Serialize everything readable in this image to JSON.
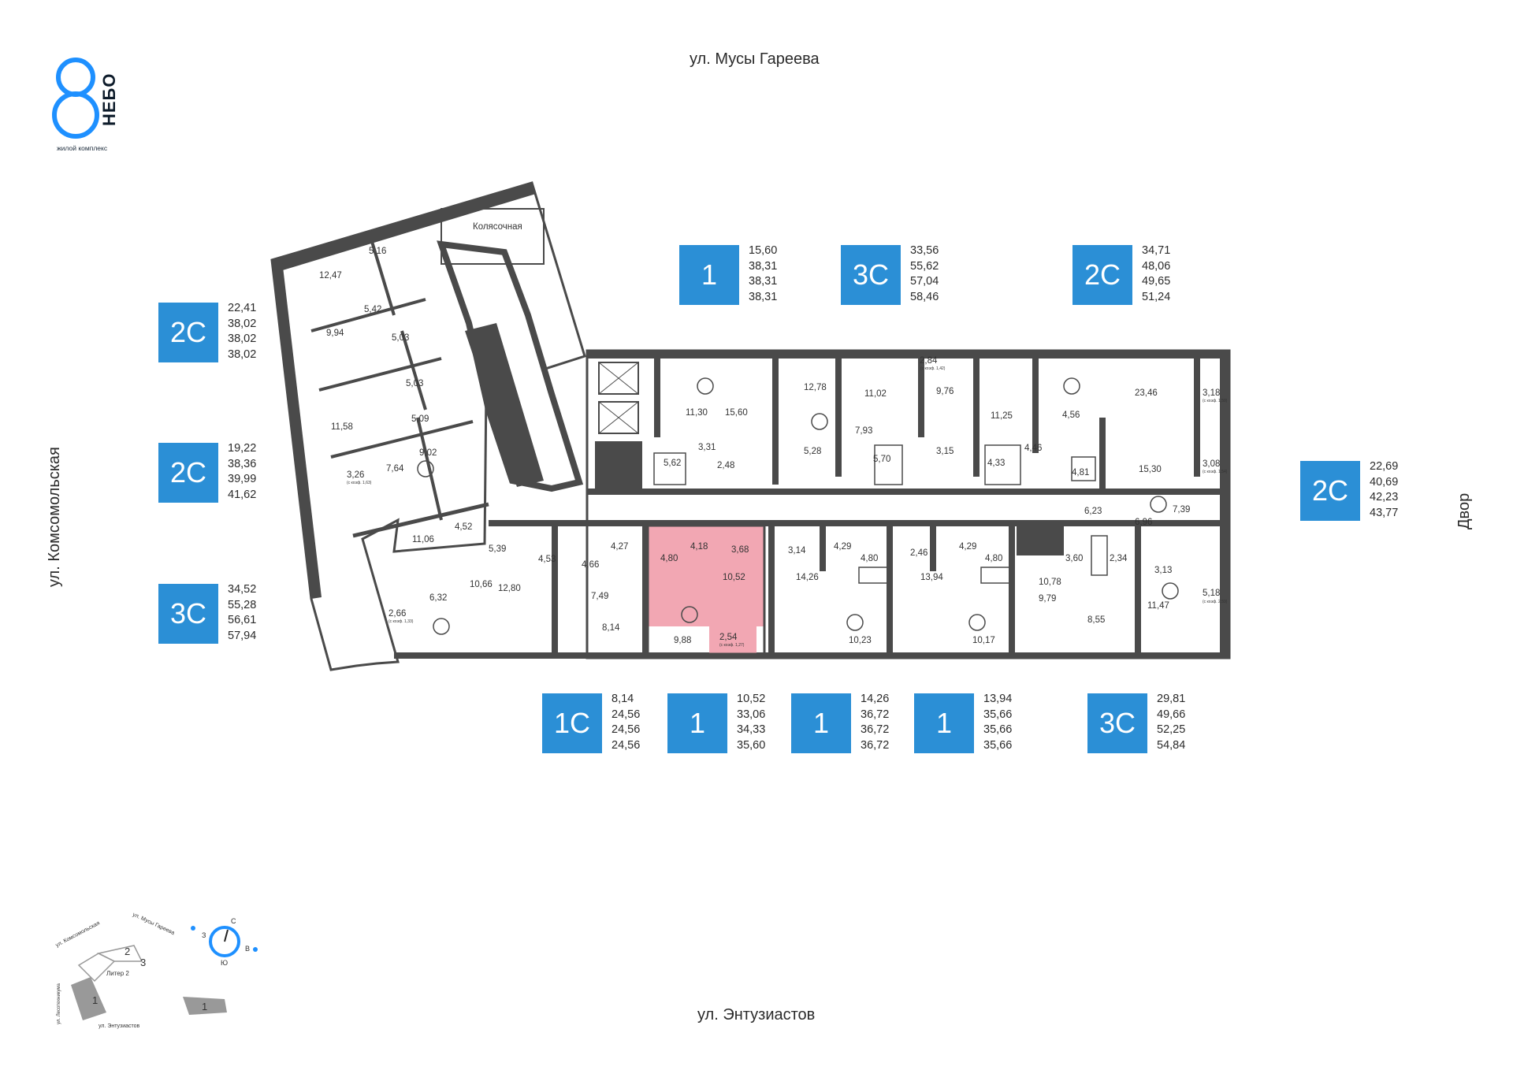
{
  "logo": {
    "numeral": "8",
    "word": "НЕБО",
    "subtitle": "жилой комплекс",
    "color": "#1e90ff"
  },
  "streets": {
    "north": "ул. Мусы Гареева",
    "south": "ул. Энтузиастов",
    "west": "ул. Комсомольская",
    "east": "Двор"
  },
  "apartments_top": [
    {
      "type": "1",
      "areas": [
        "15,60",
        "38,31",
        "38,31",
        "38,31"
      ]
    },
    {
      "type": "3С",
      "areas": [
        "33,56",
        "55,62",
        "57,04",
        "58,46"
      ]
    },
    {
      "type": "2С",
      "areas": [
        "34,71",
        "48,06",
        "49,65",
        "51,24"
      ]
    }
  ],
  "apartments_left": [
    {
      "type": "2С",
      "areas": [
        "22,41",
        "38,02",
        "38,02",
        "38,02"
      ]
    },
    {
      "type": "2С",
      "areas": [
        "19,22",
        "38,36",
        "39,99",
        "41,62"
      ]
    },
    {
      "type": "3С",
      "areas": [
        "34,52",
        "55,28",
        "56,61",
        "57,94"
      ]
    }
  ],
  "apartments_right": [
    {
      "type": "2С",
      "areas": [
        "22,69",
        "40,69",
        "42,23",
        "43,77"
      ]
    }
  ],
  "apartments_bottom": [
    {
      "type": "1С",
      "areas": [
        "8,14",
        "24,56",
        "24,56",
        "24,56"
      ]
    },
    {
      "type": "1",
      "areas": [
        "10,52",
        "33,06",
        "34,33",
        "35,60"
      ]
    },
    {
      "type": "1",
      "areas": [
        "14,26",
        "36,72",
        "36,72",
        "36,72"
      ]
    },
    {
      "type": "1",
      "areas": [
        "13,94",
        "35,66",
        "35,66",
        "35,66"
      ]
    },
    {
      "type": "3С",
      "areas": [
        "29,81",
        "49,66",
        "52,25",
        "54,84"
      ]
    }
  ],
  "plan": {
    "stroller_room": "Колясочная",
    "highlight_color": "#f2a7b3",
    "badge_color": "#2b8fd6",
    "wall_color": "#4a4a4a",
    "rooms": [
      {
        "label": "5,16"
      },
      {
        "label": "12,47"
      },
      {
        "label": "5,42"
      },
      {
        "label": "9,94"
      },
      {
        "label": "5,03"
      },
      {
        "label": "5,03"
      },
      {
        "label": "11,58"
      },
      {
        "label": "5,09"
      },
      {
        "label": "9,02"
      },
      {
        "label": "7,64"
      },
      {
        "label": "3,26"
      },
      {
        "label": "4,52"
      },
      {
        "label": "11,06"
      },
      {
        "label": "10,66"
      },
      {
        "label": "6,32"
      },
      {
        "label": "2,66"
      },
      {
        "label": "5,39"
      },
      {
        "label": "12,80"
      },
      {
        "label": "4,53"
      },
      {
        "label": "4,66"
      },
      {
        "label": "4,27"
      },
      {
        "label": "7,49"
      },
      {
        "label": "8,14"
      },
      {
        "label": "4,80"
      },
      {
        "label": "4,18"
      },
      {
        "label": "3,68"
      },
      {
        "label": "10,52"
      },
      {
        "label": "9,88"
      },
      {
        "label": "2,54"
      },
      {
        "label": "3,14"
      },
      {
        "label": "14,26"
      },
      {
        "label": "4,29"
      },
      {
        "label": "4,80"
      },
      {
        "label": "10,23"
      },
      {
        "label": "2,46"
      },
      {
        "label": "13,94"
      },
      {
        "label": "4,29"
      },
      {
        "label": "4,80"
      },
      {
        "label": "10,17"
      },
      {
        "label": "10,78"
      },
      {
        "label": "9,79"
      },
      {
        "label": "3,60"
      },
      {
        "label": "2,34"
      },
      {
        "label": "8,55"
      },
      {
        "label": "3,13"
      },
      {
        "label": "11,47"
      },
      {
        "label": "5,18"
      },
      {
        "label": "6,23"
      },
      {
        "label": "6,96"
      },
      {
        "label": "7,39"
      },
      {
        "label": "4,81"
      },
      {
        "label": "15,30"
      },
      {
        "label": "3,08"
      },
      {
        "label": "23,46"
      },
      {
        "label": "3,18"
      },
      {
        "label": "4,56"
      },
      {
        "label": "4,46"
      },
      {
        "label": "11,25"
      },
      {
        "label": "4,33"
      },
      {
        "label": "2,84"
      },
      {
        "label": "9,76"
      },
      {
        "label": "11,02"
      },
      {
        "label": "7,93"
      },
      {
        "label": "5,70"
      },
      {
        "label": "3,15"
      },
      {
        "label": "12,78"
      },
      {
        "label": "5,28"
      },
      {
        "label": "15,60"
      },
      {
        "label": "11,30"
      },
      {
        "label": "3,31"
      },
      {
        "label": "5,62"
      },
      {
        "label": "2,48"
      }
    ],
    "coef_notes": [
      "(с коэф. 1,42)",
      "(с коэф. 1,59)",
      "(с коэф. 1,54)",
      "(с коэф. 2,59)",
      "(с коэф. 1,63)",
      "(с коэф. 1,33)",
      "(с коэф. 1,27)"
    ]
  },
  "minimap": {
    "streets": [
      "ул. Комсомольская",
      "ул. Мусы Гареева",
      "ул. Лесотехникума",
      "ул. Энтузиастов"
    ],
    "buildings": [
      "2",
      "3",
      "1",
      "1"
    ],
    "liter": "Литер 2",
    "compass": {
      "n": "С",
      "s": "Ю",
      "w": "З",
      "e": "В"
    }
  }
}
